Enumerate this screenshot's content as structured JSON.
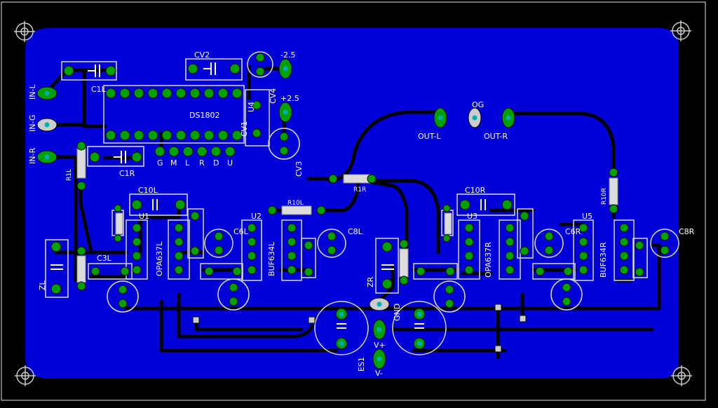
{
  "colors": {
    "background": "#000000",
    "board": "#0000d8",
    "copper_trace": "#000000",
    "silkscreen": "#ffffff",
    "pad_ring": "#00a000",
    "pad_hole": "#00b0b0",
    "component_body": "#dcdcdc"
  },
  "labels": {
    "in_l": "IN-L",
    "in_g": "IN-G",
    "in_r": "IN-R",
    "c1l": "C1L",
    "c1r": "C1R",
    "cv2": "CV2",
    "cv3": "CV3",
    "cv4": "CV4",
    "u4": "U4",
    "cv1": "CV1",
    "ds1802": "DS1802",
    "neg25": "-2.5",
    "pos25": "+2.5",
    "gml": [
      "G",
      "M",
      "L",
      "R",
      "D",
      "U"
    ],
    "og": "OG",
    "out_l": "OUT-L",
    "out_r": "OUT-R",
    "r1l": "R1L",
    "r1r": "R1R",
    "c10l": "C10L",
    "c10r": "C10R",
    "r10l": "R10L",
    "r10r": "R10R",
    "u1": "U1",
    "u2": "U2",
    "u3": "U3",
    "u5": "U5",
    "opa637l": "OPA637L",
    "opa637r": "OPA637R",
    "buf634l": "BUF634L",
    "buf634r": "BUF634R",
    "c6l": "C6L",
    "c6r": "C6R",
    "c8l": "C8L",
    "c8r": "C8R",
    "c3l": "C3L",
    "zl": "ZL",
    "zr": "ZR",
    "gnd": "GND",
    "vpos": "V+",
    "vneg": "V-",
    "es1": "ES1"
  }
}
